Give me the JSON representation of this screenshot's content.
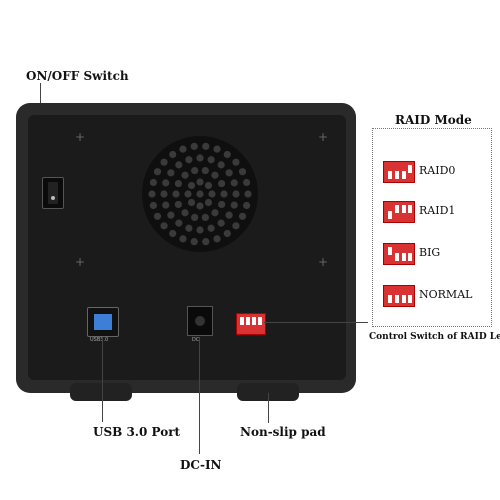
{
  "labels": {
    "power_switch": "ON/OFF Switch",
    "raid_mode": "RAID Mode",
    "control_switch": "Control Switch of RAID Levels",
    "usb_port": "USB 3.0 Port",
    "non_slip_pad": "Non-slip pad",
    "dc_in": "DC-IN"
  },
  "device_captions": {
    "usb": "USB3.0",
    "dc": "DC"
  },
  "raid_modes": [
    {
      "name": "RAID0"
    },
    {
      "name": "RAID1"
    },
    {
      "name": "BIG"
    },
    {
      "name": "NORMAL"
    }
  ],
  "colors": {
    "enclosure": "#2a2a2a",
    "dip_switch": "#d83232",
    "usb_blue": "#3d7ed6"
  },
  "icons": [
    "fan-grille-icon",
    "power-rocker-icon",
    "usb-port-icon",
    "dc-jack-icon",
    "dip-switch-icon"
  ]
}
